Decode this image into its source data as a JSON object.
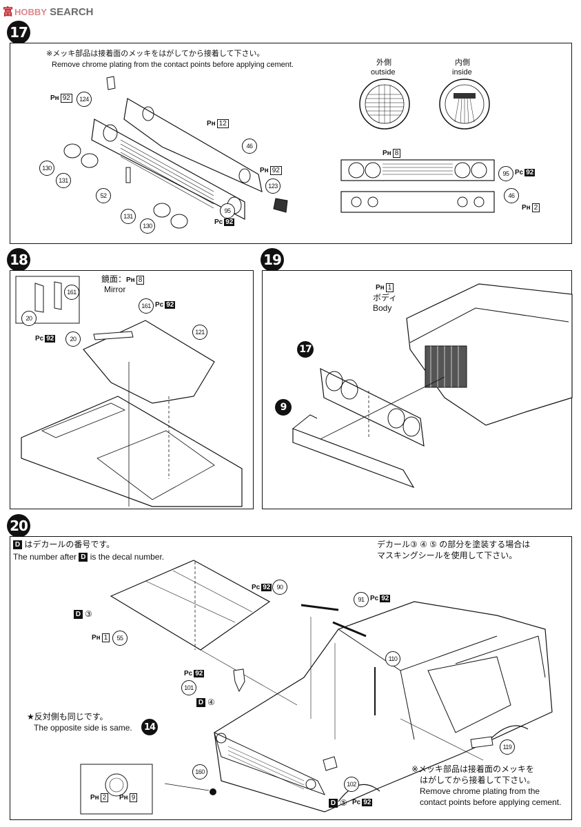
{
  "watermark": {
    "cn": "富",
    "mid": "HOBBY",
    "tail": "SEARCH"
  },
  "step17": {
    "num": "17",
    "note_jp": "※メッキ部品は接着面のメッキをはがしてから接着して下さい。",
    "note_en": "Remove chrome plating from the contact points before applying cement.",
    "outside_jp": "外側",
    "outside_en": "outside",
    "inside_jp": "内側",
    "inside_en": "inside",
    "parts": [
      "124",
      "130",
      "131",
      "52",
      "46",
      "123",
      "95",
      "131",
      "130",
      "95",
      "46"
    ],
    "tag_ph92a": "92",
    "tag_ph12": "12",
    "tag_ph92b": "92",
    "tag_pc92": "92",
    "tag_ph8": "8",
    "tag_pc92b": "92",
    "tag_ph2": "2"
  },
  "step18": {
    "num": "18",
    "mirror_jp": "鏡面：",
    "mirror_tag": "8",
    "mirror_en": "Mirror",
    "parts": [
      "161",
      "20",
      "161",
      "20",
      "121"
    ],
    "tag_pc92a": "92",
    "tag_pc92b": "92"
  },
  "step19": {
    "num": "19",
    "body_tag": "1",
    "body_jp": "ボディ",
    "body_en": "Body",
    "sub17": "17",
    "sub9": "9"
  },
  "step20": {
    "num": "20",
    "decal_note_jp": "はデカールの番号です。",
    "decal_note_en_pre": "The number after",
    "decal_note_en_post": "is the decal number.",
    "decal_letter": "D",
    "paint_note_jp1": "デカール③ ④ ⑤ の部分を塗装する場合は",
    "paint_note_jp2": "マスキングシールを使用して下さい。",
    "opposite_jp": "★反対側も同じです。",
    "opposite_en": "The opposite side is same.",
    "chrome_jp1": "※メッキ部品は接着面のメッキを",
    "chrome_jp2": "はがしてから接着して下さい。",
    "chrome_en1": "Remove chrome plating from the",
    "chrome_en2": "contact points before applying cement.",
    "sub14": "14",
    "parts": [
      "90",
      "91",
      "55",
      "110",
      "101",
      "119",
      "160",
      "102"
    ],
    "decals": [
      "③",
      "④",
      "⑤"
    ],
    "tag_pc92a": "92",
    "tag_pc92b": "92",
    "tag_pc92c": "92",
    "tag_pc92d": "92",
    "tag_ph1": "1",
    "tag_ph2": "2",
    "tag_ph9": "9"
  }
}
